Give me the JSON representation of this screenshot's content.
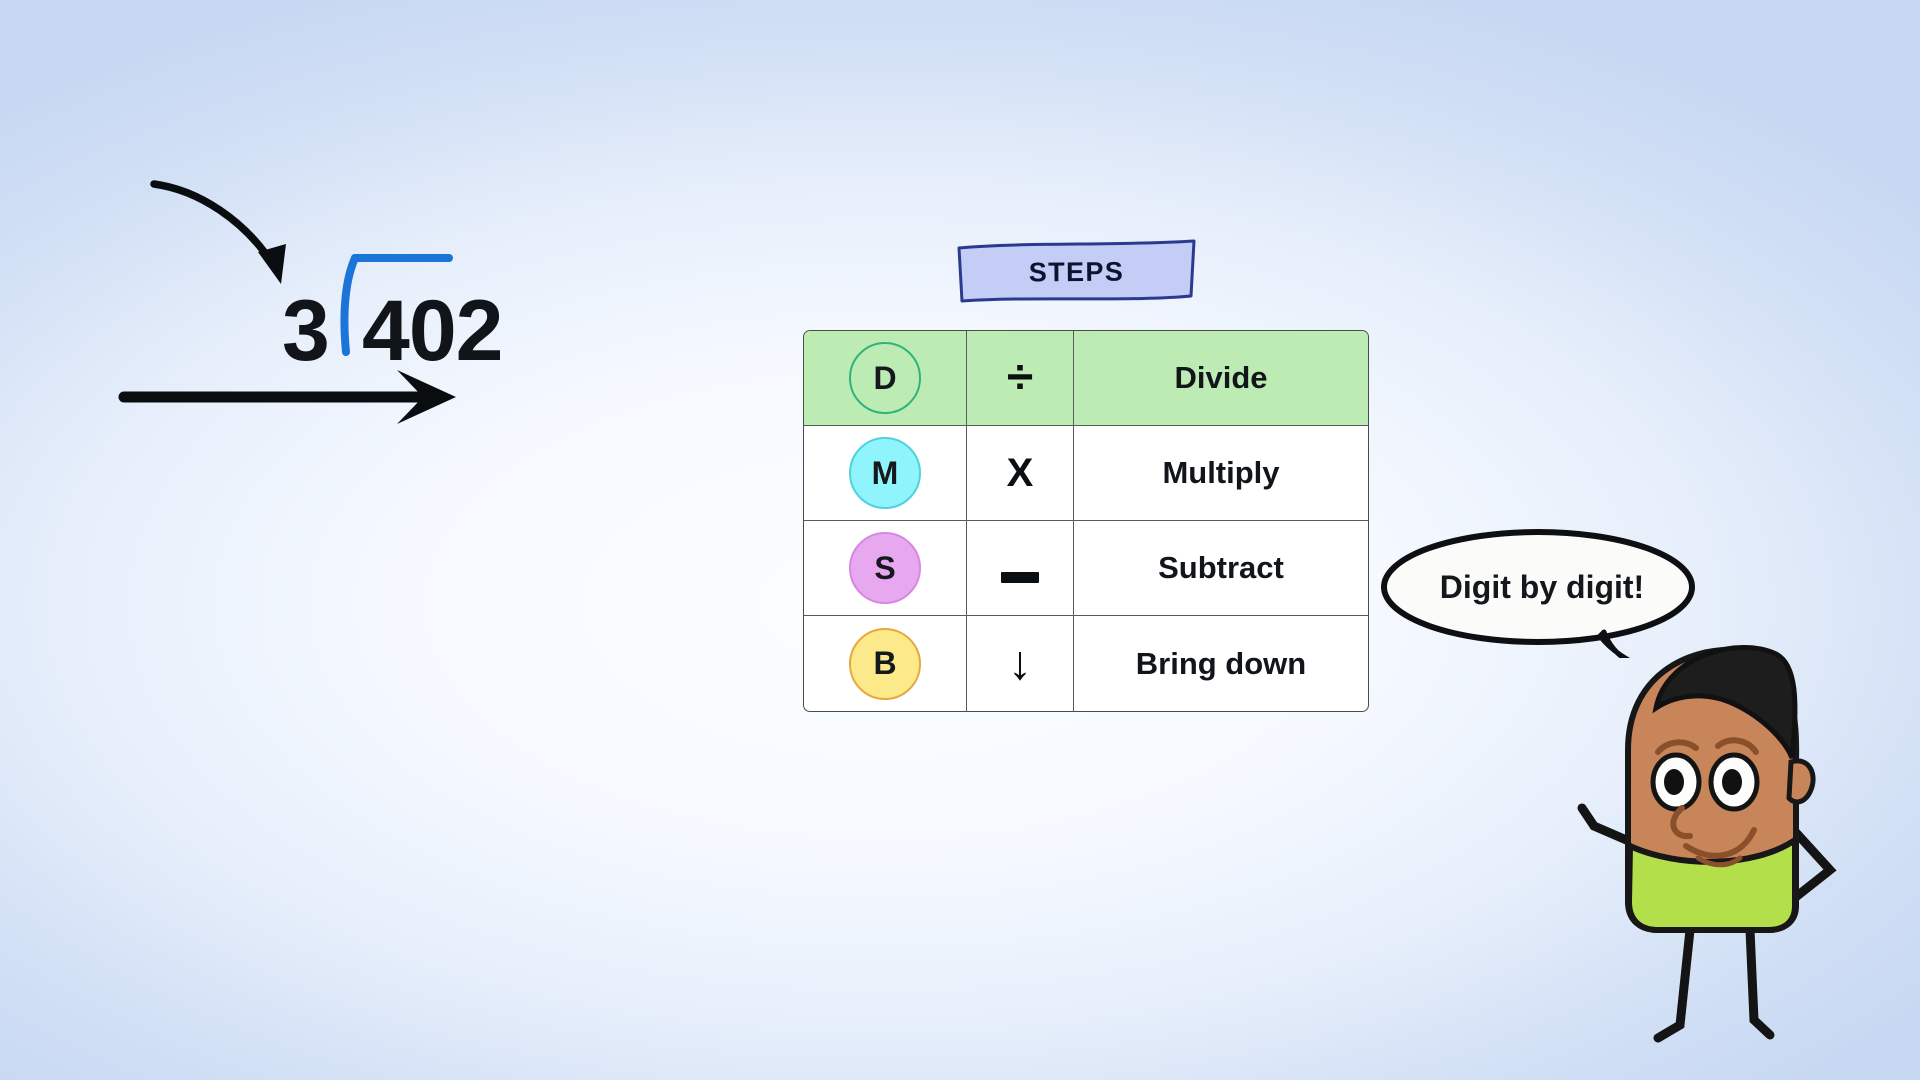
{
  "background": {
    "edge_color": "#c7d8f2",
    "center_color": "#fbfdff"
  },
  "division_problem": {
    "divisor": "3",
    "dividend": "402",
    "bracket_color": "#1b74d8",
    "curved_arrow_name": "curved-arrow-to-divisor",
    "straight_arrow_name": "straight-arrow-right"
  },
  "steps_banner": {
    "label": "STEPS",
    "fill_color": "#c3cdf5",
    "border_color": "#2a3b8f"
  },
  "steps_table": {
    "highlight_color": "#bdebb4",
    "columns": [
      "letter",
      "symbol",
      "word"
    ],
    "rows": [
      {
        "letter": "D",
        "symbol": "÷",
        "symbol_name": "divide-icon",
        "word": "Divide",
        "badge_fill": "transparent",
        "badge_border": "#2fb37a",
        "highlight": true
      },
      {
        "letter": "M",
        "symbol": "X",
        "symbol_name": "multiply-icon",
        "word": "Multiply",
        "badge_fill": "#8ff4fb",
        "badge_border": "#4fd2dd",
        "highlight": false
      },
      {
        "letter": "S",
        "symbol": "‒",
        "symbol_name": "subtract-icon",
        "word": "Subtract",
        "badge_fill": "#e8a8f0",
        "badge_border": "#d589e0",
        "highlight": false
      },
      {
        "letter": "B",
        "symbol": "↓",
        "symbol_name": "bring-down-icon",
        "word": "Bring down",
        "badge_fill": "#fbe98a",
        "badge_border": "#e5a93f",
        "highlight": false
      }
    ]
  },
  "speech_bubble": {
    "text": "Digit by digit!"
  },
  "character": {
    "name": "cartoon-boy-character",
    "skin_color": "#c9855a",
    "hair_color": "#1d1d1d",
    "shirt_color": "#b3e04a"
  }
}
